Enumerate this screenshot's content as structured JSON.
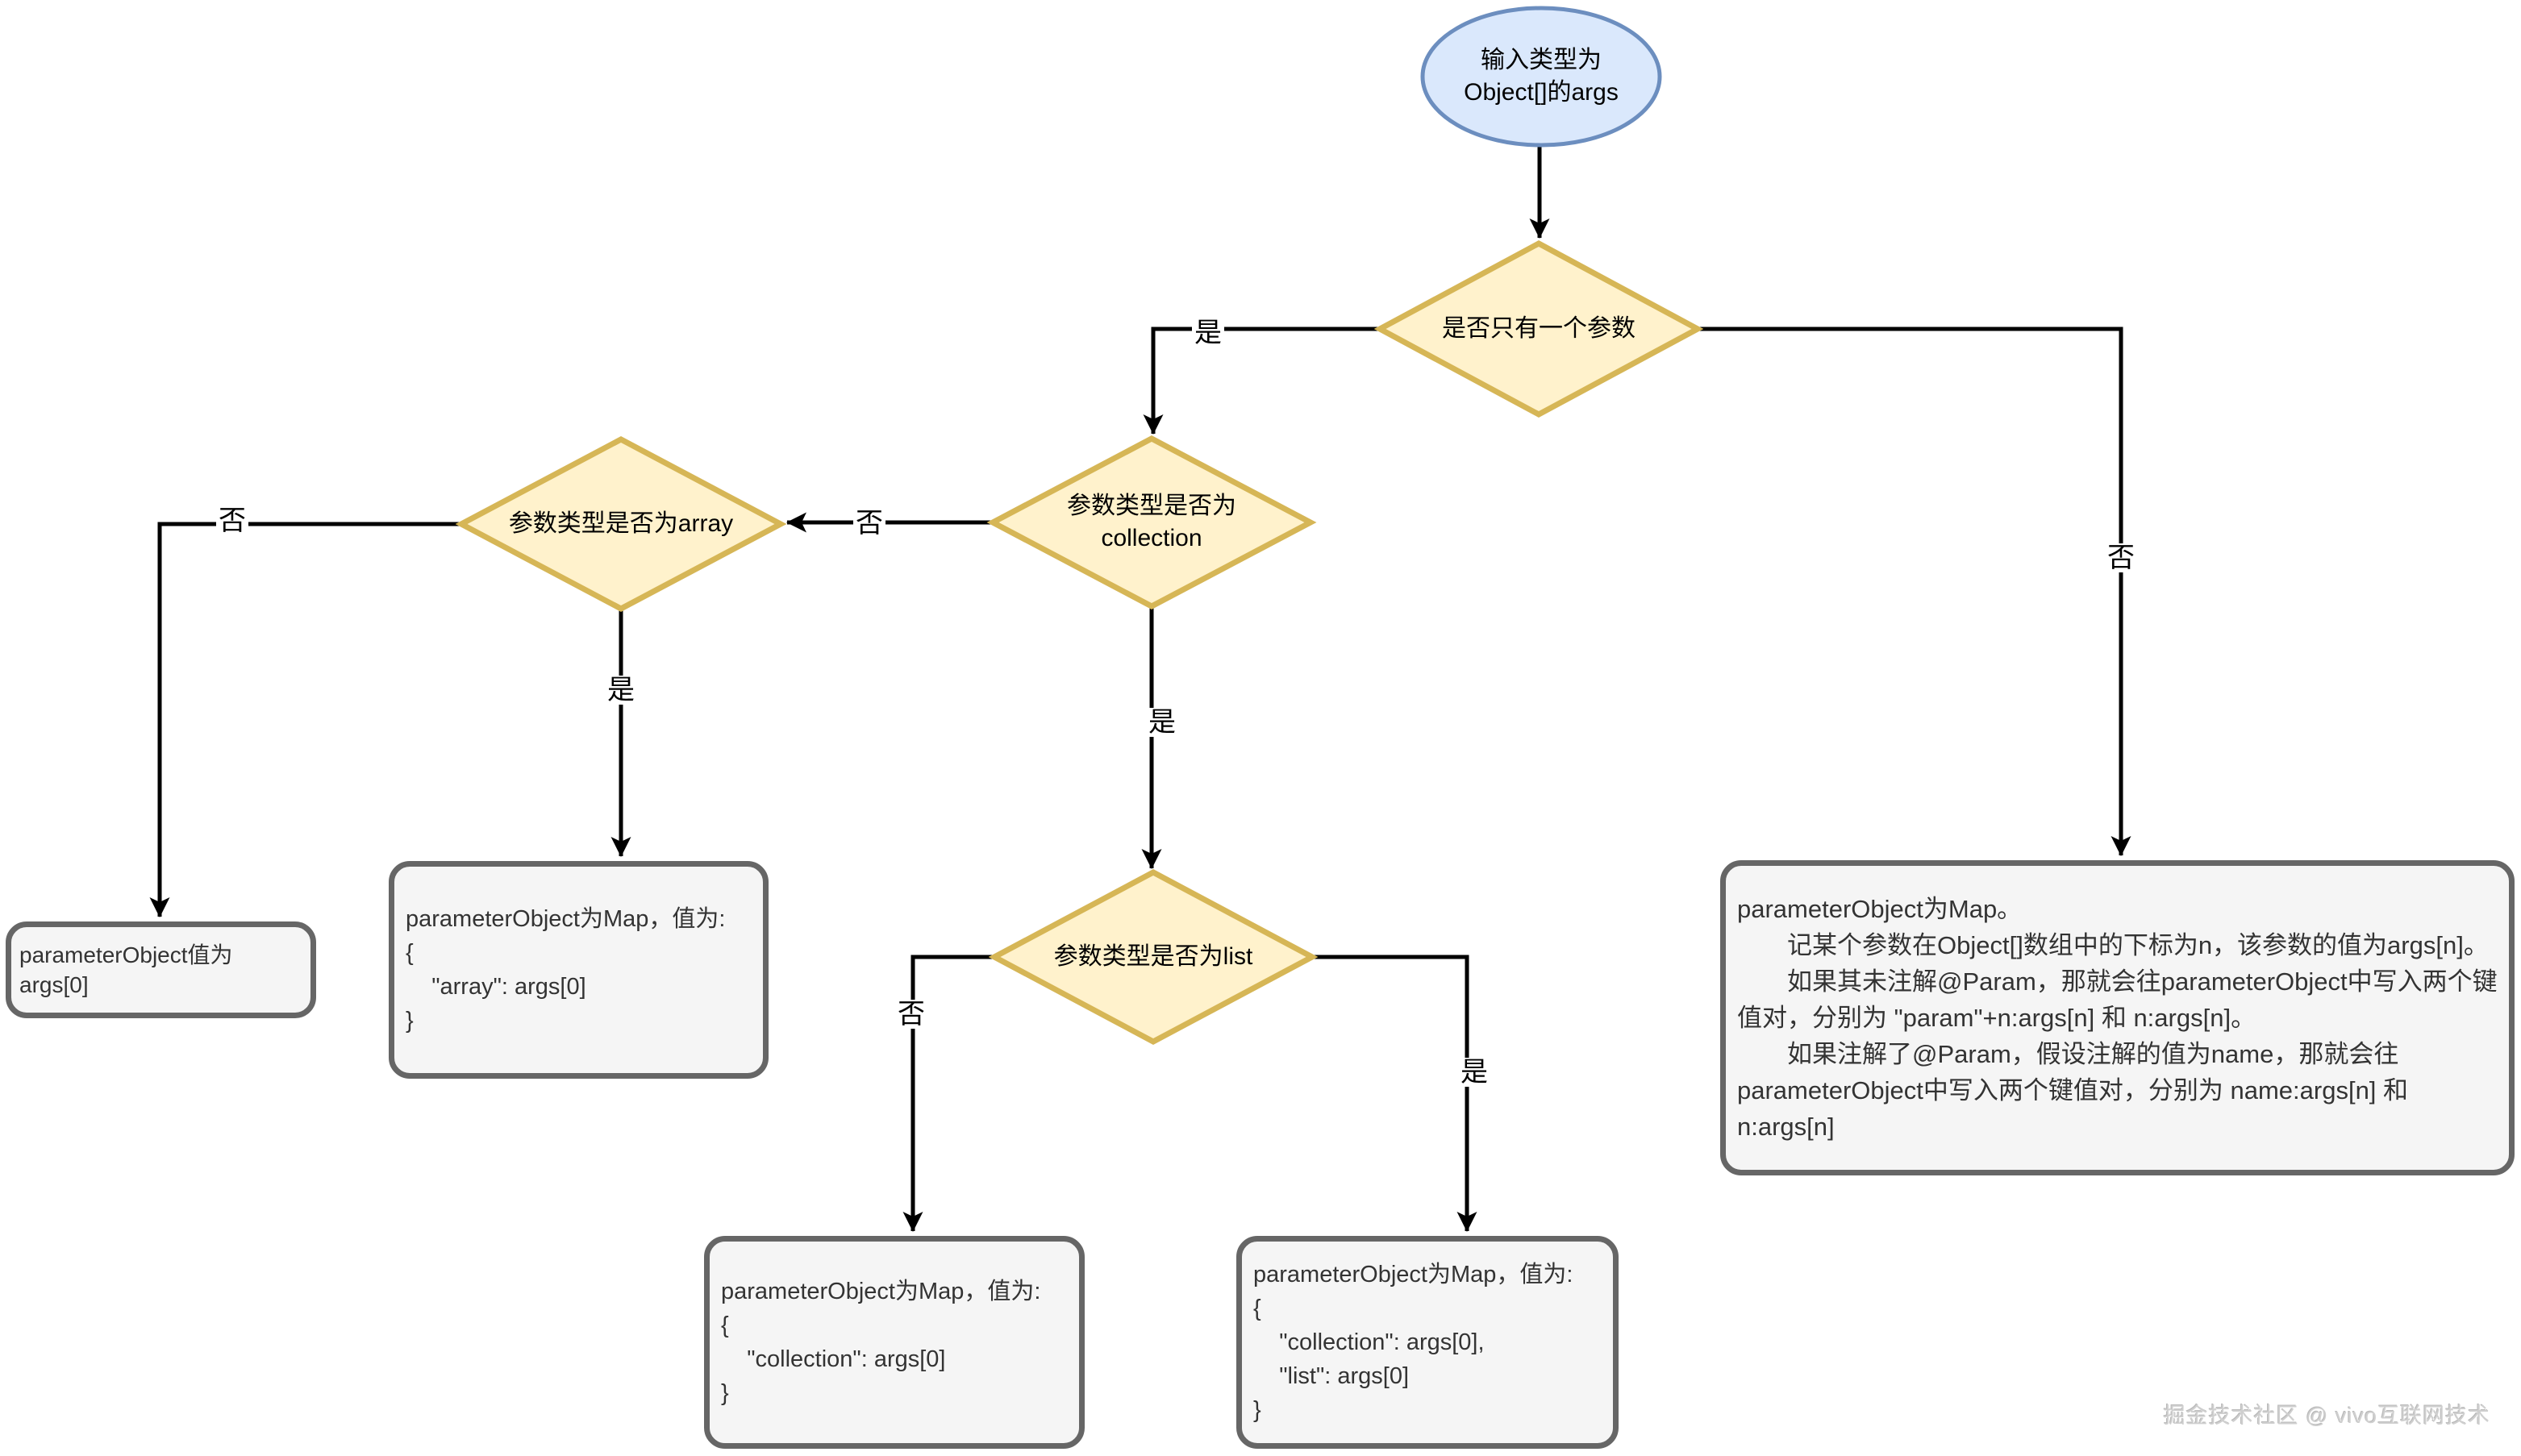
{
  "page": {
    "background": "#ffffff",
    "watermark": "掘金技术社区 @ vivo互联网技术"
  },
  "colors": {
    "start_fill": "#dae8fc",
    "start_stroke": "#6c8ebf",
    "decision_fill": "#fff2cc",
    "decision_stroke": "#d6b656",
    "result_fill": "#f5f5f5",
    "result_stroke": "#666666",
    "edge_stroke": "#000000"
  },
  "labels": {
    "yes": "是",
    "no": "否"
  },
  "nodes": {
    "start": {
      "label": "输入类型为\nObject[]的args"
    },
    "decision_single_param": {
      "label": "是否只有一个参数"
    },
    "decision_collection": {
      "label": "参数类型是否为\ncollection"
    },
    "decision_array": {
      "label": "参数类型是否为array"
    },
    "decision_list": {
      "label": "参数类型是否为list"
    },
    "result_args0": {
      "text": "parameterObject值为\nargs[0]"
    },
    "result_array": {
      "text": "parameterObject为Map，值为:\n{\n    \"array\": args[0]\n}"
    },
    "result_collection": {
      "text": "parameterObject为Map，值为:\n{\n    \"collection\": args[0]\n}"
    },
    "result_list": {
      "text": "parameterObject为Map，值为:\n{\n    \"collection\": args[0],\n    \"list\": args[0]\n}"
    },
    "result_map": {
      "text": "parameterObject为Map。\n　　记某个参数在Object[]数组中的下标为n，该参数的值为args[n]。\n　　如果其未注解@Param，那就会往parameterObject中写入两个键值对，分别为 \"param\"+n:args[n] 和 n:args[n]。\n　　如果注解了@Param，假设注解的值为name，那就会往parameterObject中写入两个键值对，分别为 name:args[n] 和 n:args[n]"
    }
  }
}
